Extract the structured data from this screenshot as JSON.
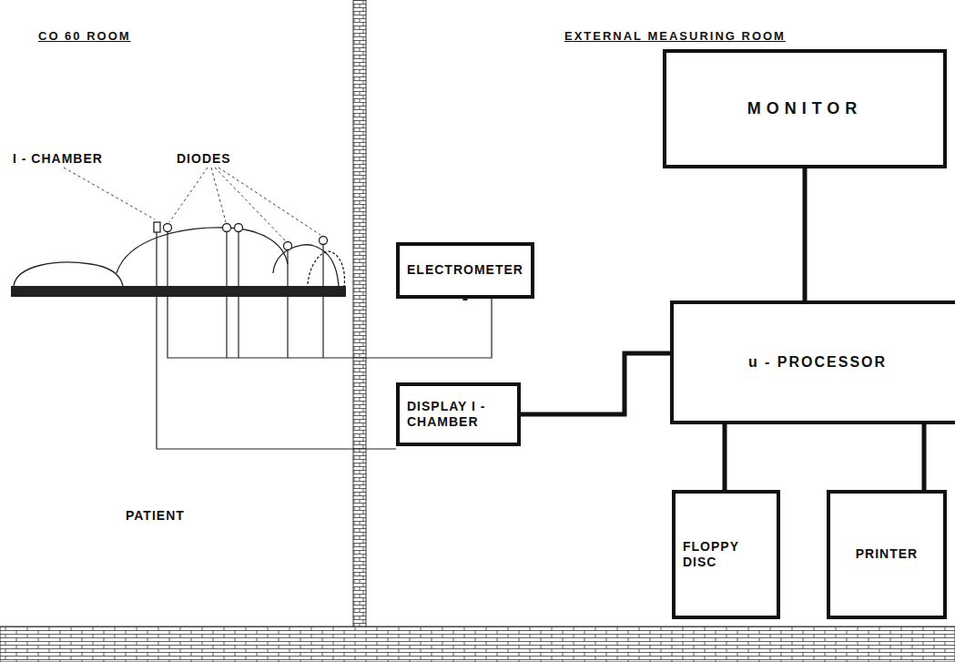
{
  "diagram": {
    "nodes": [
      {
        "text": [
          "MONITOR"
        ]
      },
      {
        "text": [
          "ELECTROMETER"
        ]
      },
      {
        "text": [
          "u - PROCESSOR"
        ]
      },
      {
        "text": [
          "DISPLAY I - CHAMBER"
        ]
      },
      {
        "text": [
          "FLOPPY DISC"
        ]
      },
      {
        "text": [
          "PRINTER"
        ]
      }
    ],
    "edges": [
      {
        "from": 0,
        "to": 2,
        "arrow": "none"
      },
      {
        "from": 1,
        "to": 2,
        "arrow": "none"
      },
      {
        "from": 3,
        "to": 2,
        "arrow": "none"
      },
      {
        "from": 2,
        "to": 4,
        "arrow": "none"
      },
      {
        "from": 2,
        "to": 5,
        "arrow": "none"
      }
    ],
    "labels": [
      "CO 60 ROOM",
      "EXTERNAL MEASURING ROOM",
      "I - CHAMBER",
      "DIODES",
      "PATIENT"
    ]
  }
}
